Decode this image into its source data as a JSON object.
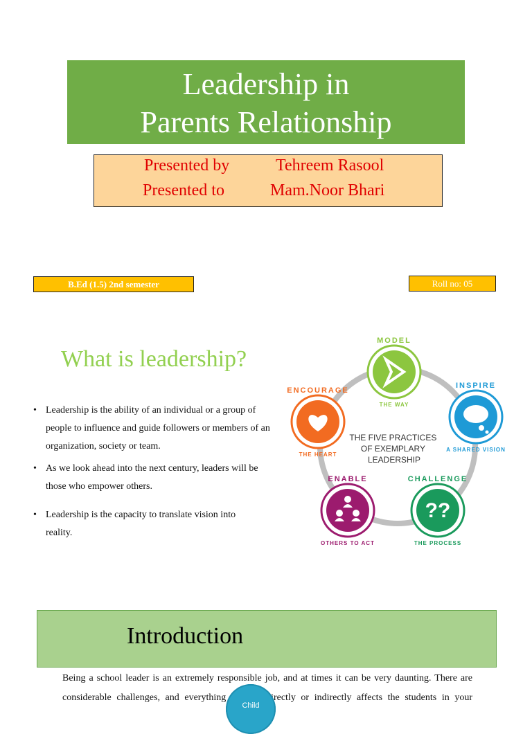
{
  "title": {
    "line1": "Leadership in",
    "line2": "Parents Relationship",
    "bg": "#70ad47"
  },
  "presenter": {
    "by_label": "Presented by",
    "by_name": "Tehreem Rasool",
    "to_label": "Presented to",
    "to_name": "Mam.Noor Bhari",
    "text_color": "#e00000",
    "bg": "#fdd59a"
  },
  "badges": {
    "semester": "B.Ed (1.5) 2nd semester",
    "roll": "Roll no: 05",
    "bg": "#ffc000"
  },
  "leadership": {
    "heading": "What is leadership?",
    "bullets": [
      "Leadership is the ability of an individual or a group of people to influence and guide followers or members of an organization, society or team.",
      "As we look ahead into the next century, leaders will be those who empower others.",
      "Leadership is the capacity to translate vision into reality."
    ]
  },
  "diagram": {
    "center": [
      "THE FIVE PRACTICES",
      "OF EXEMPLARY",
      "LEADERSHIP"
    ],
    "practices": [
      {
        "top": "MODEL",
        "bottom": "THE WAY",
        "color": "#8cc63f",
        "icon": "arrow-icon"
      },
      {
        "top": "INSPIRE",
        "bottom": "A SHARED VISION",
        "color": "#1e9ad6",
        "icon": "thought-cloud-icon"
      },
      {
        "top": "CHALLENGE",
        "bottom": "THE PROCESS",
        "color": "#1a9a5c",
        "icon": "question-marks-icon"
      },
      {
        "top": "ENABLE",
        "bottom": "OTHERS TO ACT",
        "color": "#9c1b6e",
        "icon": "team-icon"
      },
      {
        "top": "ENCOURAGE",
        "bottom": "THE HEART",
        "color": "#f26b21",
        "icon": "heart-hands-icon"
      }
    ]
  },
  "introduction": {
    "heading": "Introduction",
    "line1": "Being a school leader is an extremely responsible job, and at times it can be very daunting. There are",
    "line2": "considerable challenges, and everything you do directly or indirectly affects the students in your"
  },
  "floating_button": {
    "label": "Child"
  }
}
